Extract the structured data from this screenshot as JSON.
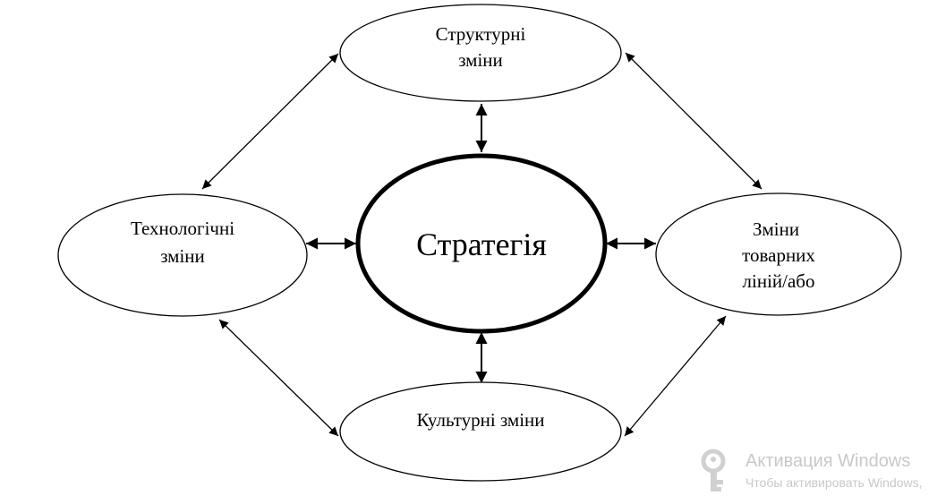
{
  "diagram": {
    "center": {
      "label": "Стратегія"
    },
    "top": {
      "line1": "Структурні",
      "line2": "зміни"
    },
    "left": {
      "line1": "Технологічні",
      "line2": "зміни"
    },
    "right": {
      "line1": "Зміни",
      "line2": "товарних",
      "line3": "ліній/або"
    },
    "bottom": {
      "line1": "Культурні зміни"
    }
  },
  "watermark": {
    "title": "Активация Windows",
    "subtitle": "Чтобы активировать Windows,",
    "icon": "key-icon"
  }
}
